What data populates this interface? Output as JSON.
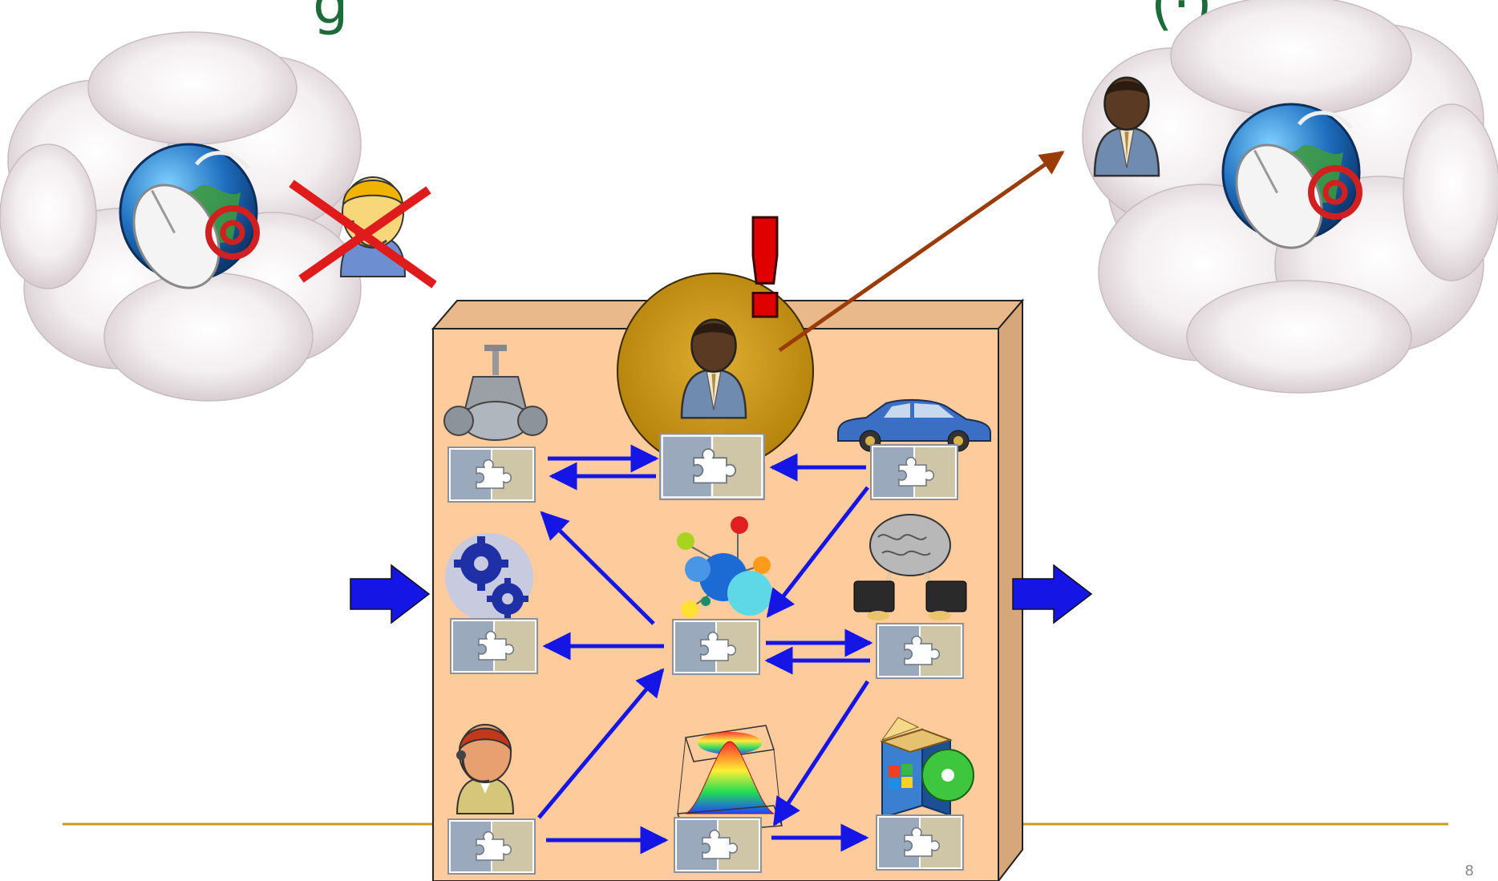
{
  "slide": {
    "title_left": "g",
    "title_right": "(·)",
    "page_number": "8",
    "alert_mark": "!"
  },
  "clouds": [
    {
      "name": "cloud-left",
      "content": [
        "globe-mouse-email-icon",
        "support-agent-icon"
      ],
      "agent_removed": true
    },
    {
      "name": "cloud-right",
      "content": [
        "businessman-icon",
        "globe-mouse-email-icon"
      ]
    }
  ],
  "container": {
    "nodes": [
      {
        "id": "valve",
        "icon": "valve-icon"
      },
      {
        "id": "manager",
        "icon": "businessman-icon",
        "highlighted": true
      },
      {
        "id": "car",
        "icon": "car-icon"
      },
      {
        "id": "gears",
        "icon": "gears-icon"
      },
      {
        "id": "network",
        "icon": "network-bubbles-icon"
      },
      {
        "id": "brain",
        "icon": "walking-brain-icon"
      },
      {
        "id": "operator",
        "icon": "headset-operator-icon"
      },
      {
        "id": "surface",
        "icon": "3d-surface-plot-icon"
      },
      {
        "id": "software",
        "icon": "software-box-icon"
      }
    ],
    "edges": [
      [
        "valve",
        "manager"
      ],
      [
        "manager",
        "valve"
      ],
      [
        "car",
        "manager"
      ],
      [
        "car",
        "network"
      ],
      [
        "network",
        "valve"
      ],
      [
        "network",
        "gears"
      ],
      [
        "network",
        "brain"
      ],
      [
        "brain",
        "network"
      ],
      [
        "operator",
        "network"
      ],
      [
        "brain",
        "surface"
      ],
      [
        "operator",
        "surface"
      ],
      [
        "surface",
        "software"
      ]
    ]
  },
  "colors": {
    "container_front": "#fdcb9c",
    "container_side": "#d6a77a",
    "arrow": "#1515e6",
    "escape_arrow": "#9a3c08",
    "cross": "#e01b1b",
    "spotlight": "#c99411",
    "rule": "#cc9b1d",
    "alert": "#e00000"
  }
}
